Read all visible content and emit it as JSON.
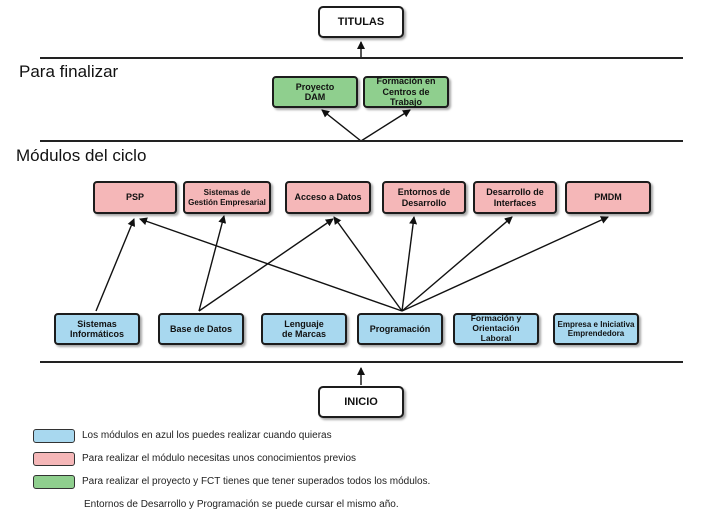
{
  "top": {
    "titulas": "TITULAS"
  },
  "sections": {
    "finalizar": "Para finalizar",
    "modulos": "Módulos del ciclo"
  },
  "green_modules": [
    "Proyecto DAM",
    "Formación en Centros de Trabajo"
  ],
  "pink_modules": [
    "PSP",
    "Sistemas de Gestión Empresarial",
    "Acceso a Datos",
    "Entornos de Desarrollo",
    "Desarrollo de Interfaces",
    "PMDM"
  ],
  "blue_modules": [
    "Sistemas Informáticos",
    "Base de Datos",
    "Lenguaje de Marcas",
    "Programación",
    "Formación y Orientación Laboral",
    "Empresa e Iniciativa Emprendedora"
  ],
  "bottom": {
    "inicio": "INICIO"
  },
  "legend": {
    "blue": "Los módulos en azul los puedes realizar cuando quieras",
    "pink": "Para realizar el módulo necesitas unos conocimientos previos",
    "green": "Para realizar el proyecto y FCT tienes que tener superados todos los módulos.",
    "note": "Entornos de Desarrollo y Programación se puede cursar el mismo año."
  },
  "colors": {
    "blue": "#a8d8ef",
    "pink": "#f5b7b8",
    "green": "#8fcf8e"
  }
}
